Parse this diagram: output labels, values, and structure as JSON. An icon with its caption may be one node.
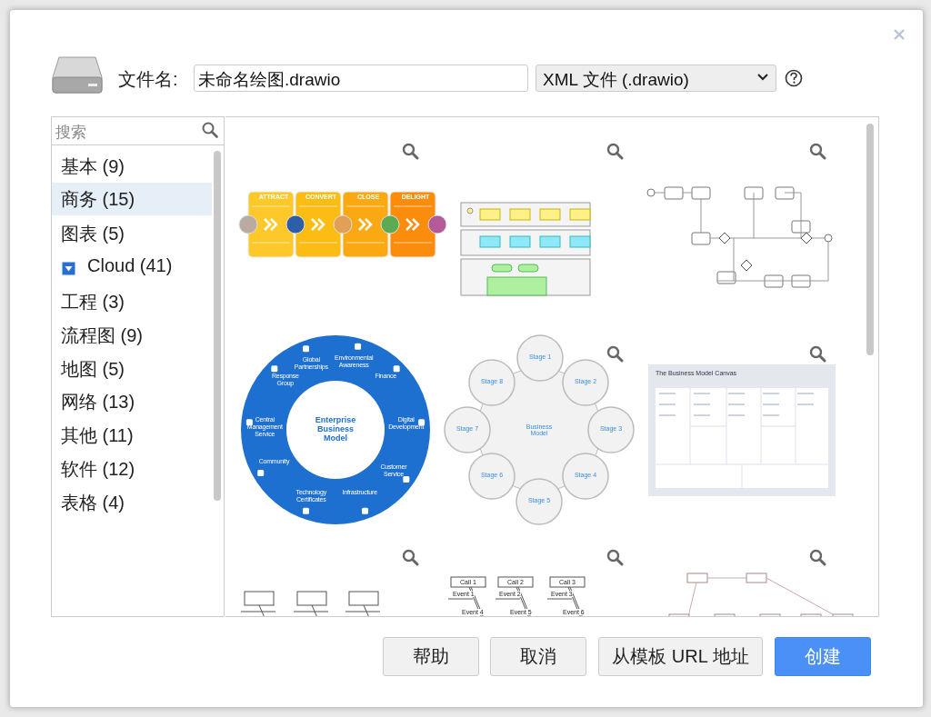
{
  "diagram": {
    "labels": [
      "文件名:",
      "未命名绘图.drawio",
      "XML 文件 (.drawio)",
      "搜索",
      "基本 (9)",
      "商务 (15)",
      "图表 (5)",
      "Cloud (41)",
      "工程 (3)",
      "流程图 (9)",
      "地图 (5)",
      "网络 (13)",
      "其他 (11)",
      "软件 (12)",
      "表格 (4)",
      "ATTRACT",
      "CONVERT",
      "CLOSE",
      "DELIGHT",
      "Global Partnerships",
      "Environmental Awareness",
      "Finance",
      "Response Group",
      "Enterprise Business Model",
      "Digital Development",
      "Central Management Service",
      "Customer Service",
      "Community",
      "Technology Certificates",
      "Infrastructure",
      "Stage 1",
      "Stage 8",
      "Stage 2",
      "Stage 7",
      "Business Model",
      "Stage 3",
      "Stage 6",
      "Stage 4",
      "Stage 5",
      "The Business Model Canvas",
      "Call 1",
      "Call 2",
      "Call 3",
      "Event 1",
      "Event 2",
      "Event 3",
      "Event 4",
      "Event 5",
      "Event 6",
      "帮助",
      "取消",
      "从模板 URL 地址",
      "创建"
    ]
  }
}
